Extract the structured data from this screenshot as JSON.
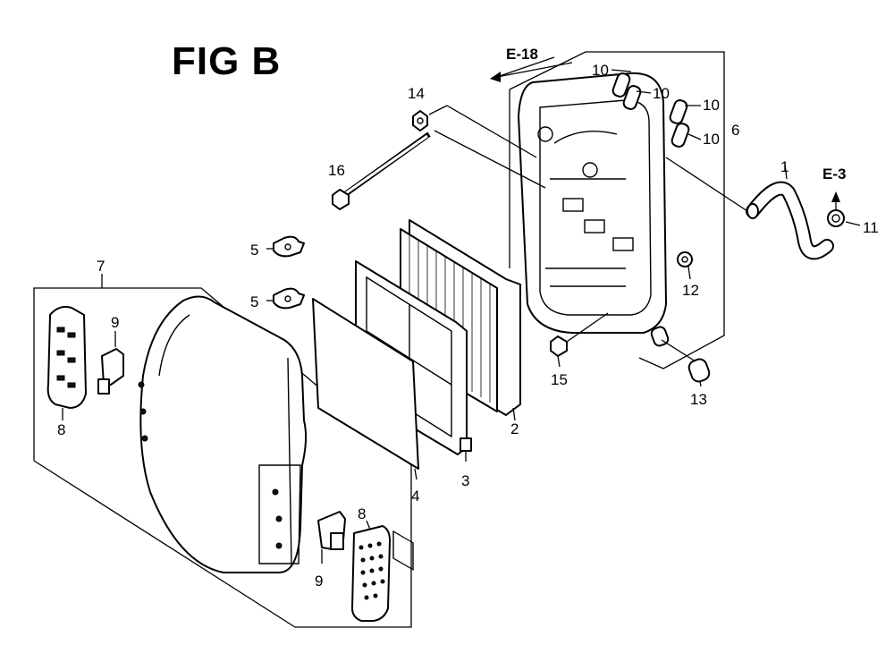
{
  "figure": {
    "title": "FIG B"
  },
  "references": {
    "e18": "E-18",
    "e3": "E-3"
  },
  "callouts": {
    "c1": "1",
    "c2": "2",
    "c3": "3",
    "c4": "4",
    "c5a": "5",
    "c5b": "5",
    "c6": "6",
    "c7": "7",
    "c8a": "8",
    "c8b": "8",
    "c9a": "9",
    "c9b": "9",
    "c10a": "10",
    "c10b": "10",
    "c10c": "10",
    "c10d": "10",
    "c11": "11",
    "c12": "12",
    "c13": "13",
    "c14": "14",
    "c15": "15",
    "c16": "16"
  }
}
